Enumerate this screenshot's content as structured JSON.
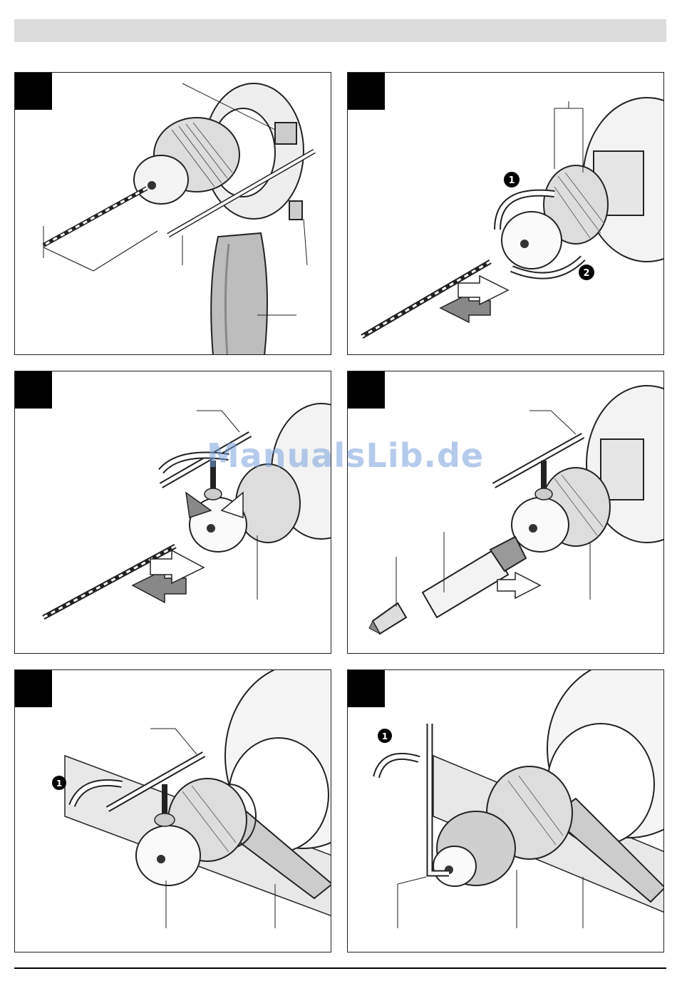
{
  "watermark": "ManualsLib.de",
  "step_badges": {
    "one": "1",
    "two": "2"
  },
  "figures": [
    {
      "id": "fig-1",
      "subject": "depth-stop-and-auxiliary-handle"
    },
    {
      "id": "fig-2",
      "subject": "keyless-chuck-bit-insertion"
    },
    {
      "id": "fig-3",
      "subject": "key-chuck-bit-insertion"
    },
    {
      "id": "fig-4",
      "subject": "screwdriver-bit-holder-insertion"
    },
    {
      "id": "fig-5",
      "subject": "key-chuck-removal"
    },
    {
      "id": "fig-6",
      "subject": "keyless-chuck-removal-with-hex-key"
    }
  ]
}
